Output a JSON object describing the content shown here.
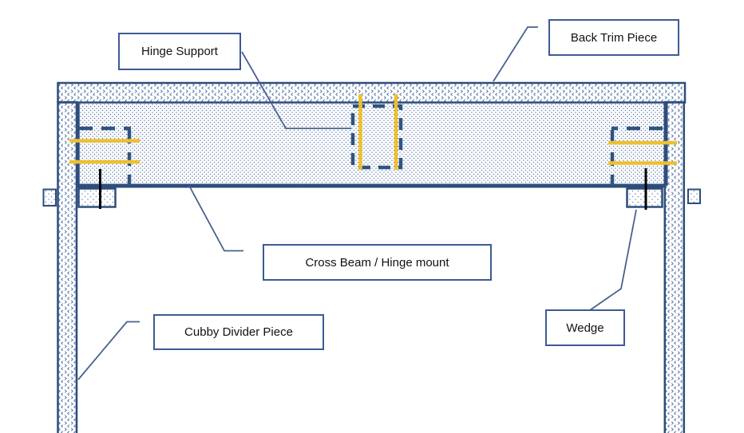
{
  "diagram": {
    "type": "furniture-assembly-diagram",
    "labels": {
      "hinge_support": "Hinge Support",
      "back_trim_piece": "Back Trim Piece",
      "cross_beam": "Cross Beam / Hinge mount",
      "cubby_divider_piece": "Cubby Divider Piece",
      "wedge": "Wedge"
    },
    "colors": {
      "background": "#ffffff",
      "part_outline": "#2e4d7b",
      "dashed_hidden_line": "#2f5380",
      "leader_line": "#47618f",
      "label_border": "#3d5a96",
      "label_text": "#111111",
      "hatch_fill": "#5a77a8",
      "dowel_yellow": "#eec02f",
      "fastener_black": "#000000"
    }
  }
}
